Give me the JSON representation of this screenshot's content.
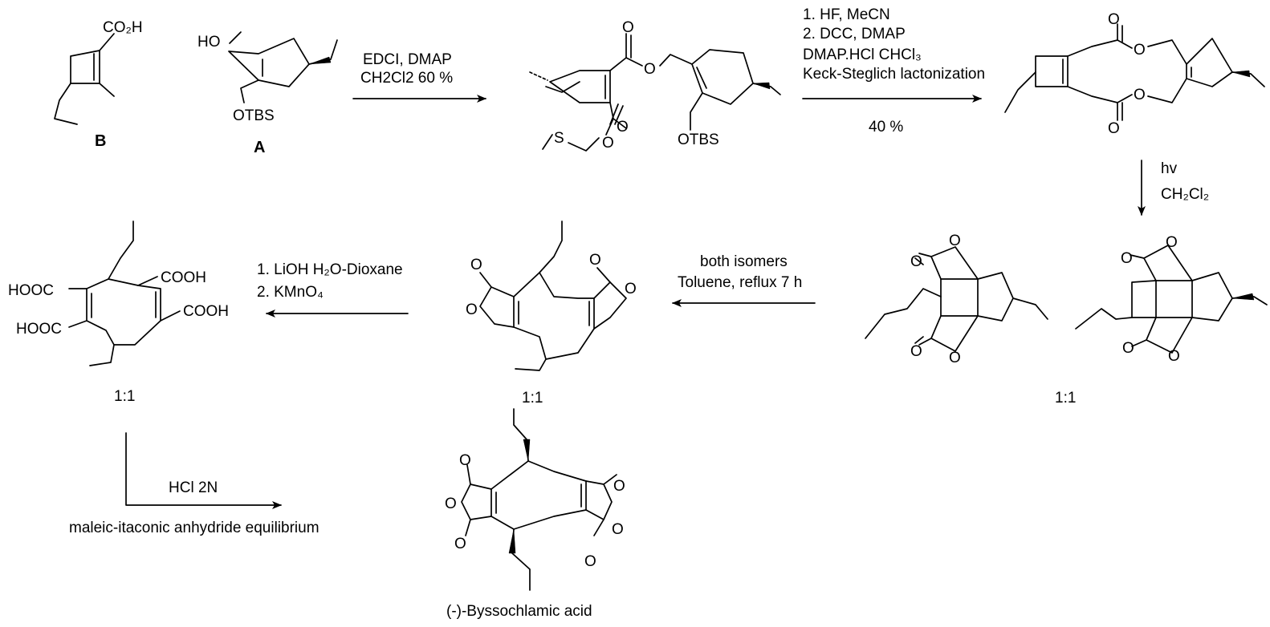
{
  "compound_labels": {
    "b": "B",
    "a": "A"
  },
  "atoms": {
    "co2h": "CO₂H",
    "ho": "HO",
    "otbs": "OTBS",
    "o": "O",
    "s": "S",
    "hooc": "HOOC",
    "cooh": "COOH"
  },
  "steps": {
    "step1": {
      "line1": "EDCI, DMAP",
      "line2": "CH2Cl2 60 %"
    },
    "step2": {
      "line1": "1. HF, MeCN",
      "line2": "2. DCC, DMAP",
      "line3": "DMAP.HCl CHCl₃",
      "line4": "Keck-Steglich lactonization",
      "yield": "40 %"
    },
    "step3": {
      "line1": "hv",
      "line2": "CH₂Cl₂"
    },
    "step4": {
      "line1": "both isomers",
      "line2": "Toluene, reflux 7 h"
    },
    "step5": {
      "line1": "1. LiOH H₂O-Dioxane",
      "line2": "2. KMnO₄"
    },
    "step6": {
      "line1": "HCl 2N",
      "line2": "maleic-itaconic anhydride equilibrium"
    }
  },
  "ratios": {
    "photoadducts": "1:1",
    "bislactone": "1:1",
    "tetraacid": "1:1"
  },
  "product_name": "(-)-Byssochlamic acid"
}
